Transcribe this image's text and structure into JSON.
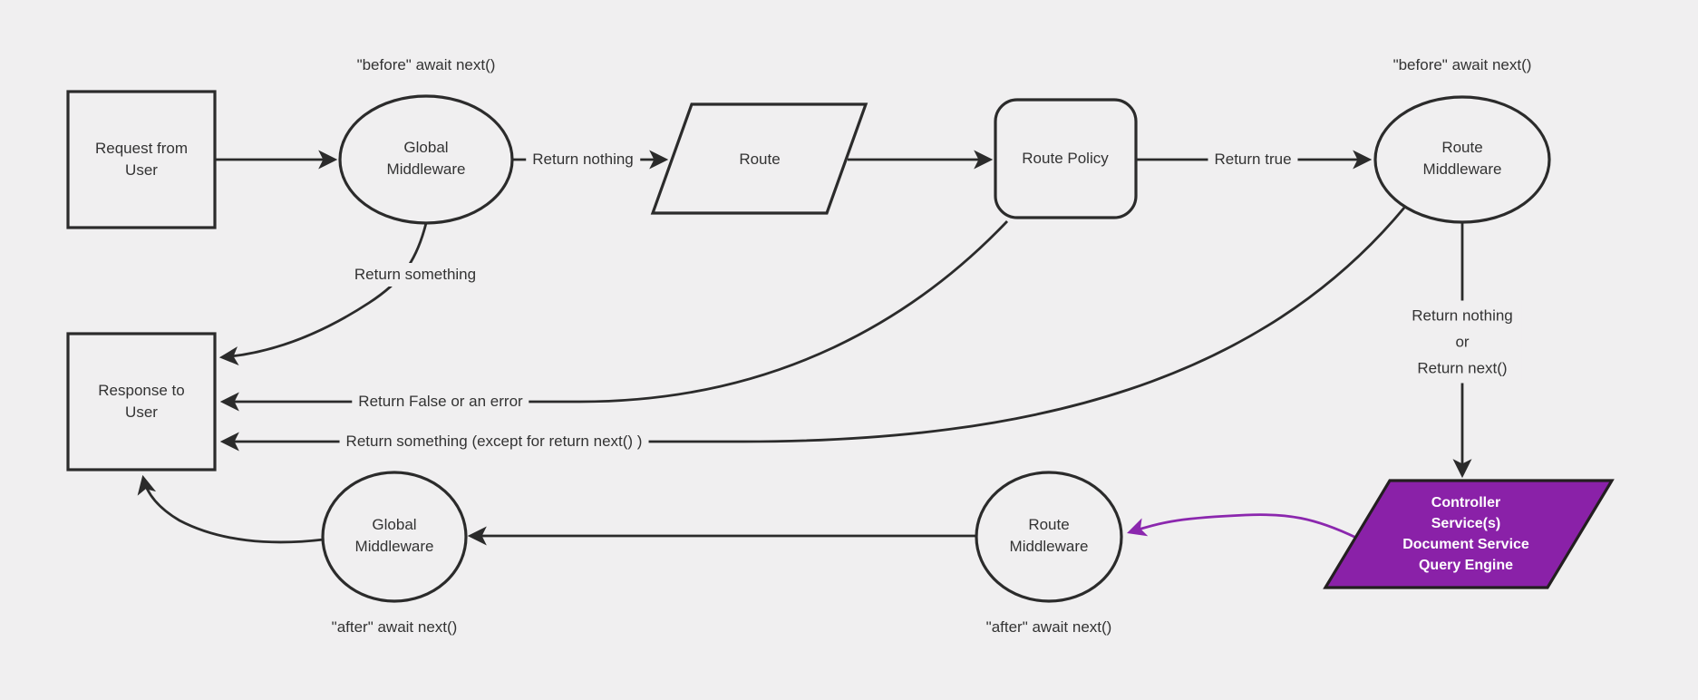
{
  "diagram_title": "Request / middleware lifecycle flowchart",
  "colors": {
    "background": "#f0eff0",
    "node_fill": "#f0eff0",
    "stroke": "#2b2b2b",
    "text": "#333333",
    "purple_node_fill": "#8a21a8",
    "purple_node_border": "#231f20",
    "purple_node_text": "#ffffff",
    "purple_edge": "#8b27ae"
  },
  "nodes": {
    "request": {
      "label": "Request from\nUser",
      "shape": "rectangle"
    },
    "global_middleware_top": {
      "label": "Global\nMiddleware",
      "shape": "ellipse"
    },
    "route": {
      "label": "Route",
      "shape": "parallelogram"
    },
    "route_policy": {
      "label": "Route Policy",
      "shape": "rounded-rectangle"
    },
    "route_middleware_top": {
      "label": "Route\nMiddleware",
      "shape": "ellipse"
    },
    "response": {
      "label": "Response to\nUser",
      "shape": "rectangle"
    },
    "controller": {
      "label": "Controller\nService(s)\nDocument Service\nQuery Engine",
      "shape": "parallelogram"
    },
    "route_middleware_bottom": {
      "label": "Route\nMiddleware",
      "shape": "ellipse"
    },
    "global_middleware_bottom": {
      "label": "Global\nMiddleware",
      "shape": "ellipse"
    }
  },
  "edge_labels": {
    "return_nothing": "Return nothing",
    "return_true": "Return true",
    "return_something": "Return something",
    "return_false_or_error": "Return False or an error",
    "return_something_except": "Return something (except for return next() )",
    "return_nothing_or_next": "Return nothing\nor\nReturn next()"
  },
  "annotations": {
    "before_left": "\"before\" await next()",
    "before_right": "\"before\" await next()",
    "after_left": "\"after\" await next()",
    "after_right": "\"after\" await next()"
  }
}
